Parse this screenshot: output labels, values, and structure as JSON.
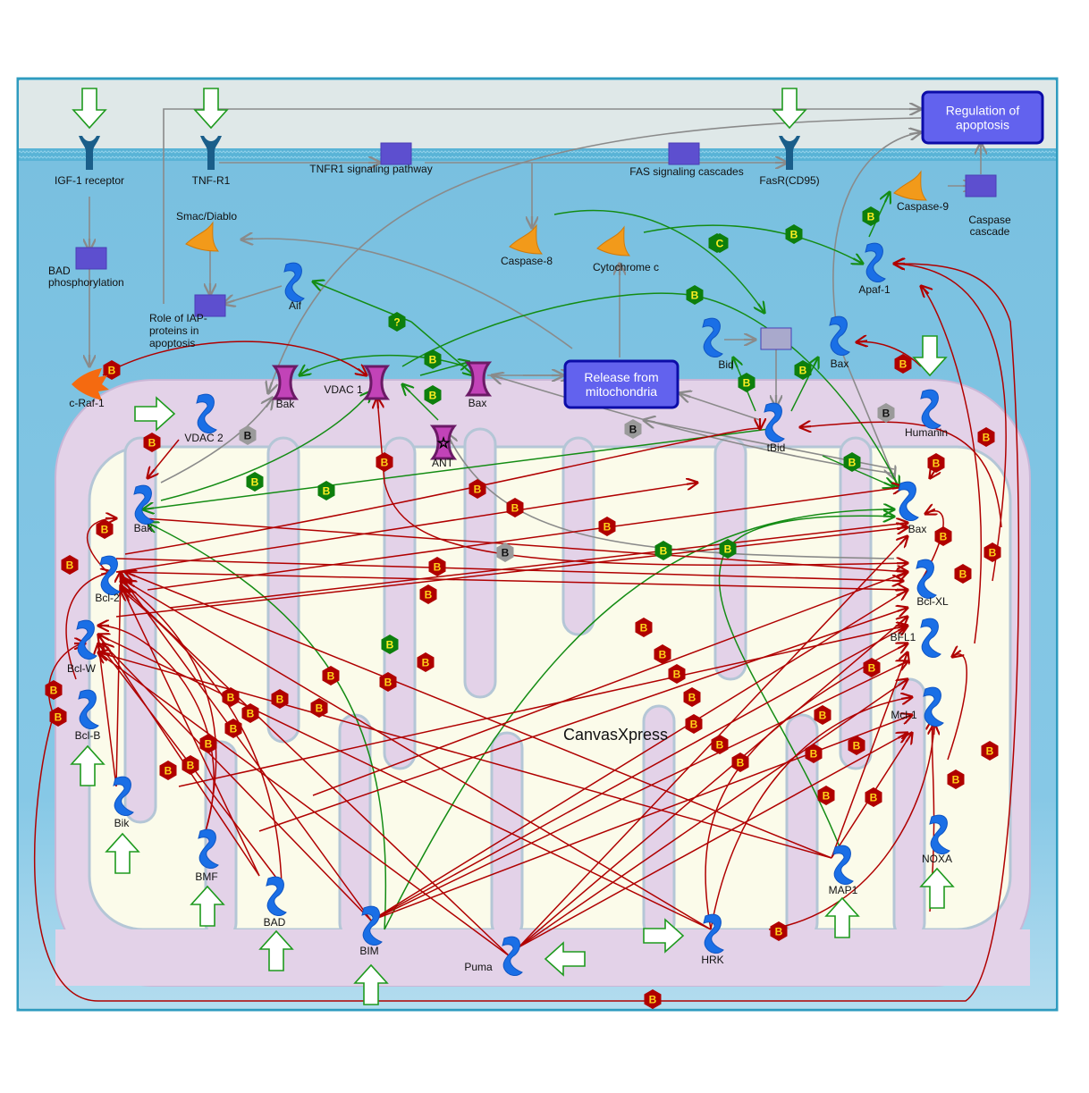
{
  "diagram": {
    "title": "Apoptosis regulation pathway (mitochondrial)",
    "watermark": "CanvasXpress",
    "colors": {
      "extracellular": "#dfe8e8",
      "cytoplasm": "#7ec4e2",
      "cytoplasm_bottom": "#a9d6ec",
      "membrane": "#4aa8cc",
      "border": "#2e9bbf",
      "mito_outer": "#e3d2e8",
      "mito_inner": "#fbfbea",
      "inhibit": "#b00000",
      "activate": "#148c14",
      "neutral": "#8a8a8a",
      "protein": "#1a6fe6",
      "enzyme": "#f29a1a",
      "process_box": "#6262ee",
      "process_border": "#0c0ca8",
      "small_box": "#5d4fcf",
      "channel": "#c243b8"
    },
    "labels": {
      "igf1r": "IGF-1 receptor",
      "tnfr1": "TNF-R1",
      "tnfr1_path": "TNFR1 signaling pathway",
      "fas_casc": "FAS signaling cascades",
      "fasr": "FasR(CD95)",
      "reg_apop": "Regulation of apoptosis",
      "reg_apop_l1": "Regulation of",
      "reg_apop_l2": "apoptosis",
      "smac": "Smac/Diablo",
      "casp8": "Caspase-8",
      "cytc": "Cytochrome c",
      "casp9": "Caspase-9",
      "casp_casc_l1": "Caspase",
      "casp_casc_l2": "cascade",
      "bad_phos_l1": "BAD",
      "bad_phos_l2": "phosphorylation",
      "iap_l1": "Role of IAP-",
      "iap_l2": "proteins in",
      "iap_l3": "apoptosis",
      "aif": "Aif",
      "apaf1": "Apaf-1",
      "bid": "Bid",
      "bax_top": "Bax",
      "craf": "c-Raf-1",
      "bak_ch": "Bak",
      "vdac1": "VDAC 1",
      "bax_ch": "Bax",
      "release_l1": "Release from",
      "release_l2": "mitochondria",
      "vdac2": "VDAC 2",
      "ant": "ANT",
      "tbid": "tBid",
      "humanin": "Humanin",
      "bak": "Bak",
      "bax": "Bax",
      "bcl2": "Bcl-2",
      "bclxl": "Bcl-XL",
      "bclw": "Bcl-W",
      "bfl1": "BFL1",
      "bclb": "Bcl-B",
      "mcl1": "Mcl-1",
      "bik": "Bik",
      "bmf": "BMF",
      "bad": "BAD",
      "bim": "BIM",
      "puma": "Puma",
      "hrk": "HRK",
      "map1": "MAP1",
      "noxa": "NOXA"
    },
    "edge_badges": {
      "inhibit": "B",
      "activate": "B",
      "neutral": "B",
      "cleave": "C",
      "unknown": "?"
    }
  }
}
